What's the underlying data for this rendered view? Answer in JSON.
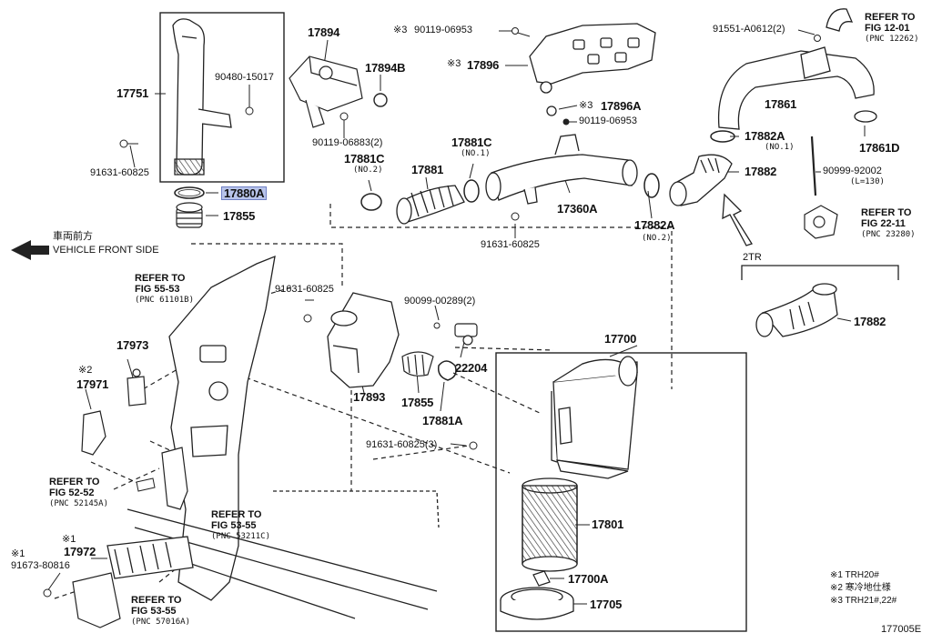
{
  "parts": {
    "p17751": "17751",
    "p90480_15017": "90480-15017",
    "p91631_60825_a": "91631-60825",
    "p17880A": "17880A",
    "p17855_a": "17855",
    "p17894": "17894",
    "p17894B": "17894B",
    "p90119_06883": "90119-06883(2)",
    "p90119_06953_a": "90119-06953",
    "p90119_06953_b": "90119-06953",
    "p17896": "17896",
    "p17896A": "17896A",
    "p91551": "91551-A0612(2)",
    "p17861": "17861",
    "p17861D": "17861D",
    "p17882A_a": "17882A",
    "p17882A_a_sub": "(NO.1)",
    "p17882_a": "17882",
    "p90999": "90999-92002",
    "p90999_sub": "(L=130)",
    "p17881C_a": "17881C",
    "p17881C_a_sub": "(NO.1)",
    "p17881C_b": "17881C",
    "p17881C_b_sub": "(NO.2)",
    "p17881": "17881",
    "p17360A": "17360A",
    "p17882A_b": "17882A",
    "p17882A_b_sub": "(NO.2)",
    "p91631_60825_b": "91631-60825",
    "p91631_60825_c": "91631-60825",
    "p90099": "90099-00289(2)",
    "p22204": "22204",
    "p17700": "17700",
    "p17893": "17893",
    "p17855_b": "17855",
    "p17881A": "17881A",
    "p91631_60825_3": "91631-60825(3)",
    "p17801": "17801",
    "p17700A": "17700A",
    "p17705": "17705",
    "p17973": "17973",
    "p17971": "17971",
    "p17972": "17972",
    "p91673": "91673-80816",
    "p17882_b": "17882",
    "m2": "※2",
    "m1a": "※1",
    "m1b": "※1",
    "m3a": "※3",
    "m3b": "※3",
    "m3c": "※3"
  },
  "refs": {
    "fig12": {
      "l1": "REFER TO",
      "l2": "FIG 12-01",
      "pnc": "(PNC 12262)"
    },
    "fig22": {
      "l1": "REFER TO",
      "l2": "FIG 22-11",
      "pnc": "(PNC 23280)"
    },
    "fig5553": {
      "l1": "REFER TO",
      "l2": "FIG 55-53",
      "pnc": "(PNC 61101B)"
    },
    "fig5252": {
      "l1": "REFER TO",
      "l2": "FIG 52-52",
      "pnc": "(PNC 52145A)"
    },
    "fig5355a": {
      "l1": "REFER TO",
      "l2": "FIG 53-55",
      "pnc": "(PNC 53211C)"
    },
    "fig5355b": {
      "l1": "REFER TO",
      "l2": "FIG 53-55",
      "pnc": "(PNC 57016A)"
    }
  },
  "front": {
    "jp": "車両前方",
    "en": "VEHICLE FRONT SIDE"
  },
  "variant": "2TR",
  "notes": [
    "※1 TRH20#",
    "※2 寒冷地仕様",
    "※3 TRH21#,22#"
  ],
  "figure_id": "177005E",
  "highlight_color": "#b8c4ea"
}
